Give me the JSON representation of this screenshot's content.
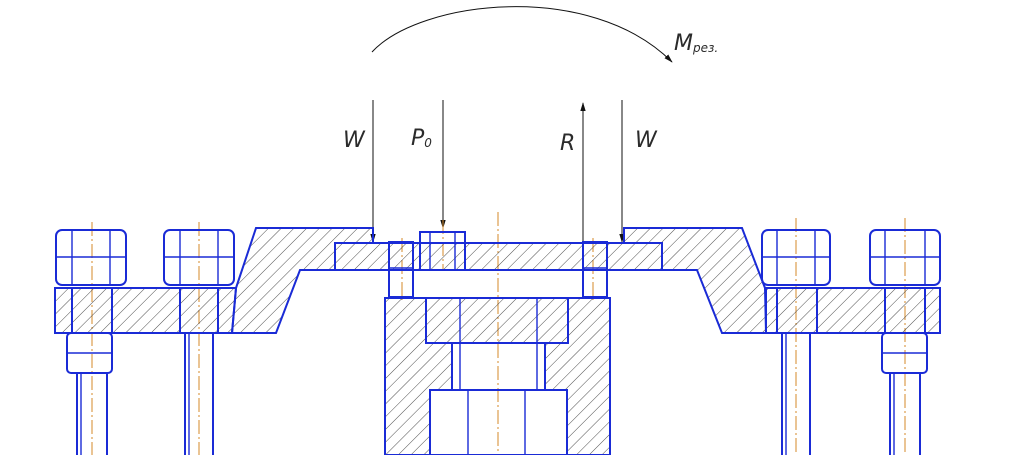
{
  "labels": {
    "moment": "M",
    "moment_sub": "рез.",
    "w_left": "W",
    "p0": "P",
    "p0_sub": "0",
    "r": "R",
    "w_right": "W"
  },
  "colors": {
    "contour": "#1a2bd6",
    "axis": "#d58a2a",
    "arrows": "#111111",
    "text": "#2b2b2b"
  }
}
